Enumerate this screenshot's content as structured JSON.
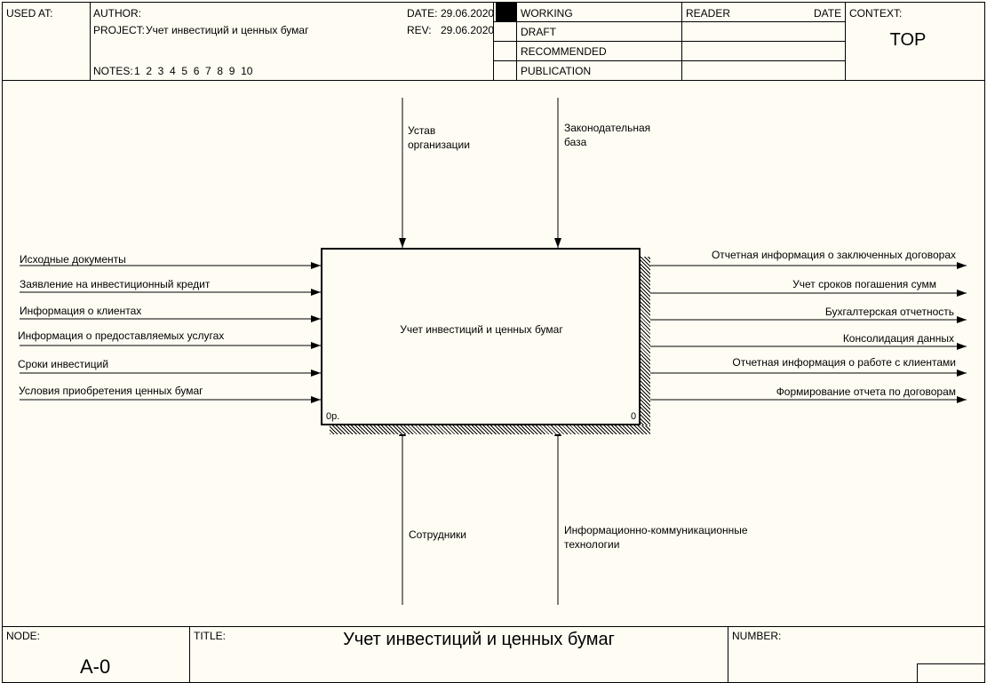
{
  "header": {
    "used_at_label": "USED AT:",
    "author_label": "AUTHOR:",
    "project_label": "PROJECT:",
    "project_value": "Учет инвестиций и ценных бумаг",
    "notes_label": "NOTES:",
    "notes_numbers": "1  2  3  4  5  6  7  8  9  10",
    "date_label": "DATE:",
    "date_value": "29.06.2020",
    "rev_label": "REV:",
    "rev_value": "29.06.2020",
    "status": [
      "WORKING",
      "DRAFT",
      "RECOMMENDED",
      "PUBLICATION"
    ],
    "reader_label": "READER",
    "reader_date_label": "DATE",
    "context_label": "CONTEXT:",
    "context_value": "TOP"
  },
  "process": {
    "title": "Учет инвестиций и ценных бумаг",
    "cost": "0р.",
    "number": "0"
  },
  "controls": [
    "Устав\nорганизации",
    "Законодательная\nбаза"
  ],
  "mechanisms": [
    "Сотрудники",
    "Информационно-коммуникационные\nтехнологии"
  ],
  "inputs": [
    "Исходные документы",
    "Заявление на инвестиционный кредит",
    "Информация о клиентах",
    "Информация о предоставляемых услугах",
    "Сроки инвестиций",
    "Условия приобретения ценных бумаг"
  ],
  "outputs": [
    "Отчетная информация о заключенных договорах",
    "Учет сроков погашения сумм",
    "Бухгалтерская отчетность",
    "Консолидация данных",
    "Отчетная информация о работе с клиентами",
    "Формирование отчета по договорам"
  ],
  "footer": {
    "node_label": "NODE:",
    "node_value": "A-0",
    "title_label": "TITLE:",
    "title_value": "Учет инвестиций и ценных бумаг",
    "number_label": "NUMBER:"
  }
}
